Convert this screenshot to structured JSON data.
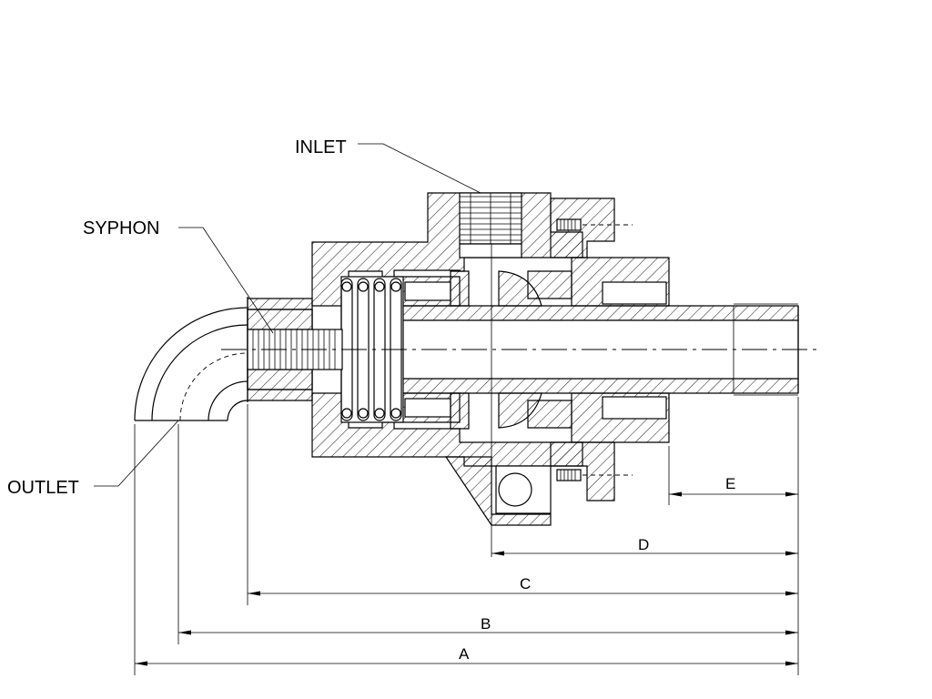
{
  "labels": {
    "inlet": "INLET",
    "syphon": "SYPHON",
    "outlet": "OUTLET"
  },
  "dimensions": {
    "a": "A",
    "b": "B",
    "c": "C",
    "d": "D",
    "e": "E"
  }
}
